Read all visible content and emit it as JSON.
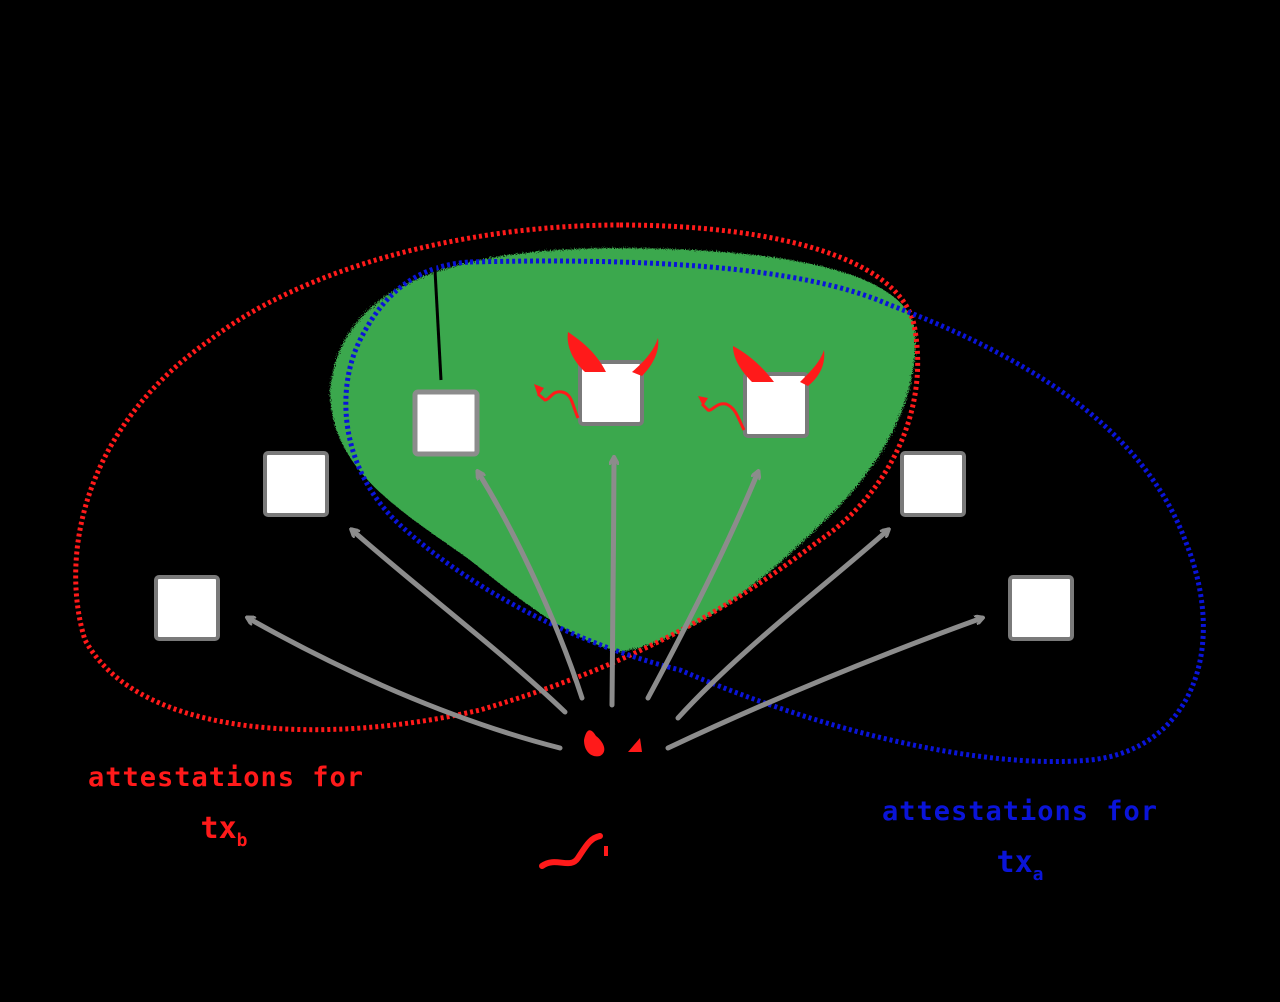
{
  "colors": {
    "background": "#000000",
    "red": "#ff1a1a",
    "blue": "#0a14d8",
    "green": "#3aa84e",
    "arrow": "#8c8c8c",
    "node_fill": "#ffffff",
    "node_border": "#7a7a7a"
  },
  "labels": {
    "left_line1": "attestations for",
    "left_tx": "tx",
    "left_sub": "b",
    "right_line1": "attestations for",
    "right_tx": "tx",
    "right_sub": "a"
  },
  "icons": {
    "devil_source": "devil-icon",
    "devil_node": "devil-horns-icon",
    "devil_tail": "devil-tail-icon"
  },
  "nodes": [
    {
      "id": "node-far-left",
      "faulty": false
    },
    {
      "id": "node-left",
      "faulty": false
    },
    {
      "id": "node-overlap-1",
      "faulty": false
    },
    {
      "id": "node-overlap-2",
      "faulty": true
    },
    {
      "id": "node-overlap-3",
      "faulty": true
    },
    {
      "id": "node-right",
      "faulty": false
    },
    {
      "id": "node-far-right",
      "faulty": false
    }
  ]
}
